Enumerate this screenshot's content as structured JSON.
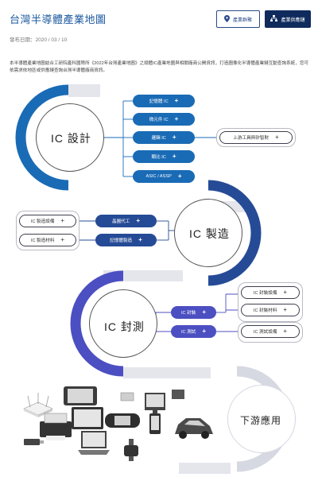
{
  "header": {
    "title": "台灣半導體產業地圖",
    "publish_date": "發布日期：2020 / 03 / 10",
    "map_button": "產業群聚",
    "chain_button": "產業供應鏈"
  },
  "intro": "本半導體產業地圖結合工研院產科國際所《2022年台灣產業地圖》之總體IC產業地圖與相關廠商公開資訊，打造圖像化半導體產業鏈互動查詢系統，您可依需求依地區或供應鏈查詢台灣半導體廠商資訊。",
  "ic_design": {
    "label": "IC 設計",
    "items": [
      "記憶體 IC",
      "微元件 IC",
      "邏輯 IC",
      "類比 IC",
      "ASIC / ASSP"
    ],
    "upstream": "上游工具與矽智財"
  },
  "ic_manufacturing": {
    "label": "IC 製造",
    "items": [
      "晶圓代工",
      "記憶體製造"
    ],
    "side_items": [
      "IC 製造設備",
      "IC 製造材料"
    ]
  },
  "ic_packaging": {
    "label": "IC 封測",
    "items": [
      "IC 封裝",
      "IC 測試"
    ],
    "side_items": [
      "IC 封裝設備",
      "IC 封裝材料",
      "IC 測試設備"
    ]
  },
  "downstream": {
    "label": "下游應用"
  },
  "plus_symbol": "+",
  "colors": {
    "ic_design": "#1a6bb5",
    "ic_manufacturing": "#264b96",
    "ic_packaging": "#4c4fc1",
    "downstream": "#d6d8e2"
  },
  "icons": [
    "location-pin-icon",
    "network-icon",
    "router-icon",
    "tablet-icon",
    "ereader-icon",
    "printer-icon",
    "phone-icon",
    "smartwatch-icon",
    "monitor-icon",
    "game-console-icon",
    "laptop-icon",
    "usb-drive-icon",
    "car-icon",
    "chip-icon",
    "ssd-icon"
  ]
}
